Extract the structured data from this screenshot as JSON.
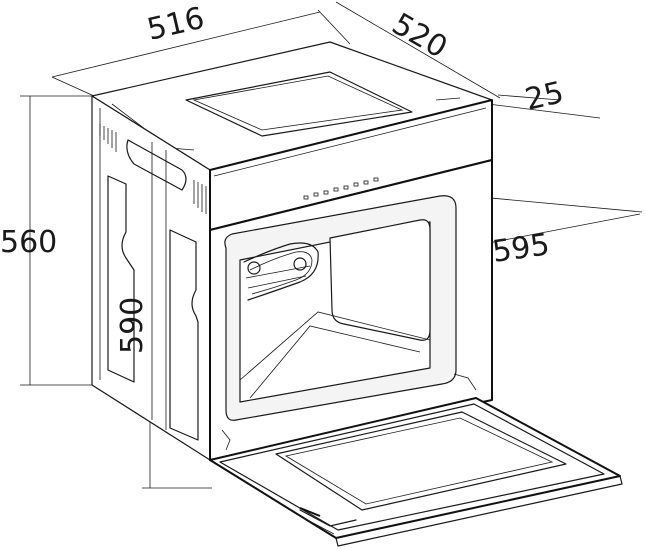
{
  "dimensions": {
    "depth": "516",
    "depth_overall": "520",
    "panel_thickness": "25",
    "height": "560",
    "width": "595",
    "front_height": "590"
  },
  "colors": {
    "line": "#1a1a1a",
    "background": "#ffffff"
  }
}
